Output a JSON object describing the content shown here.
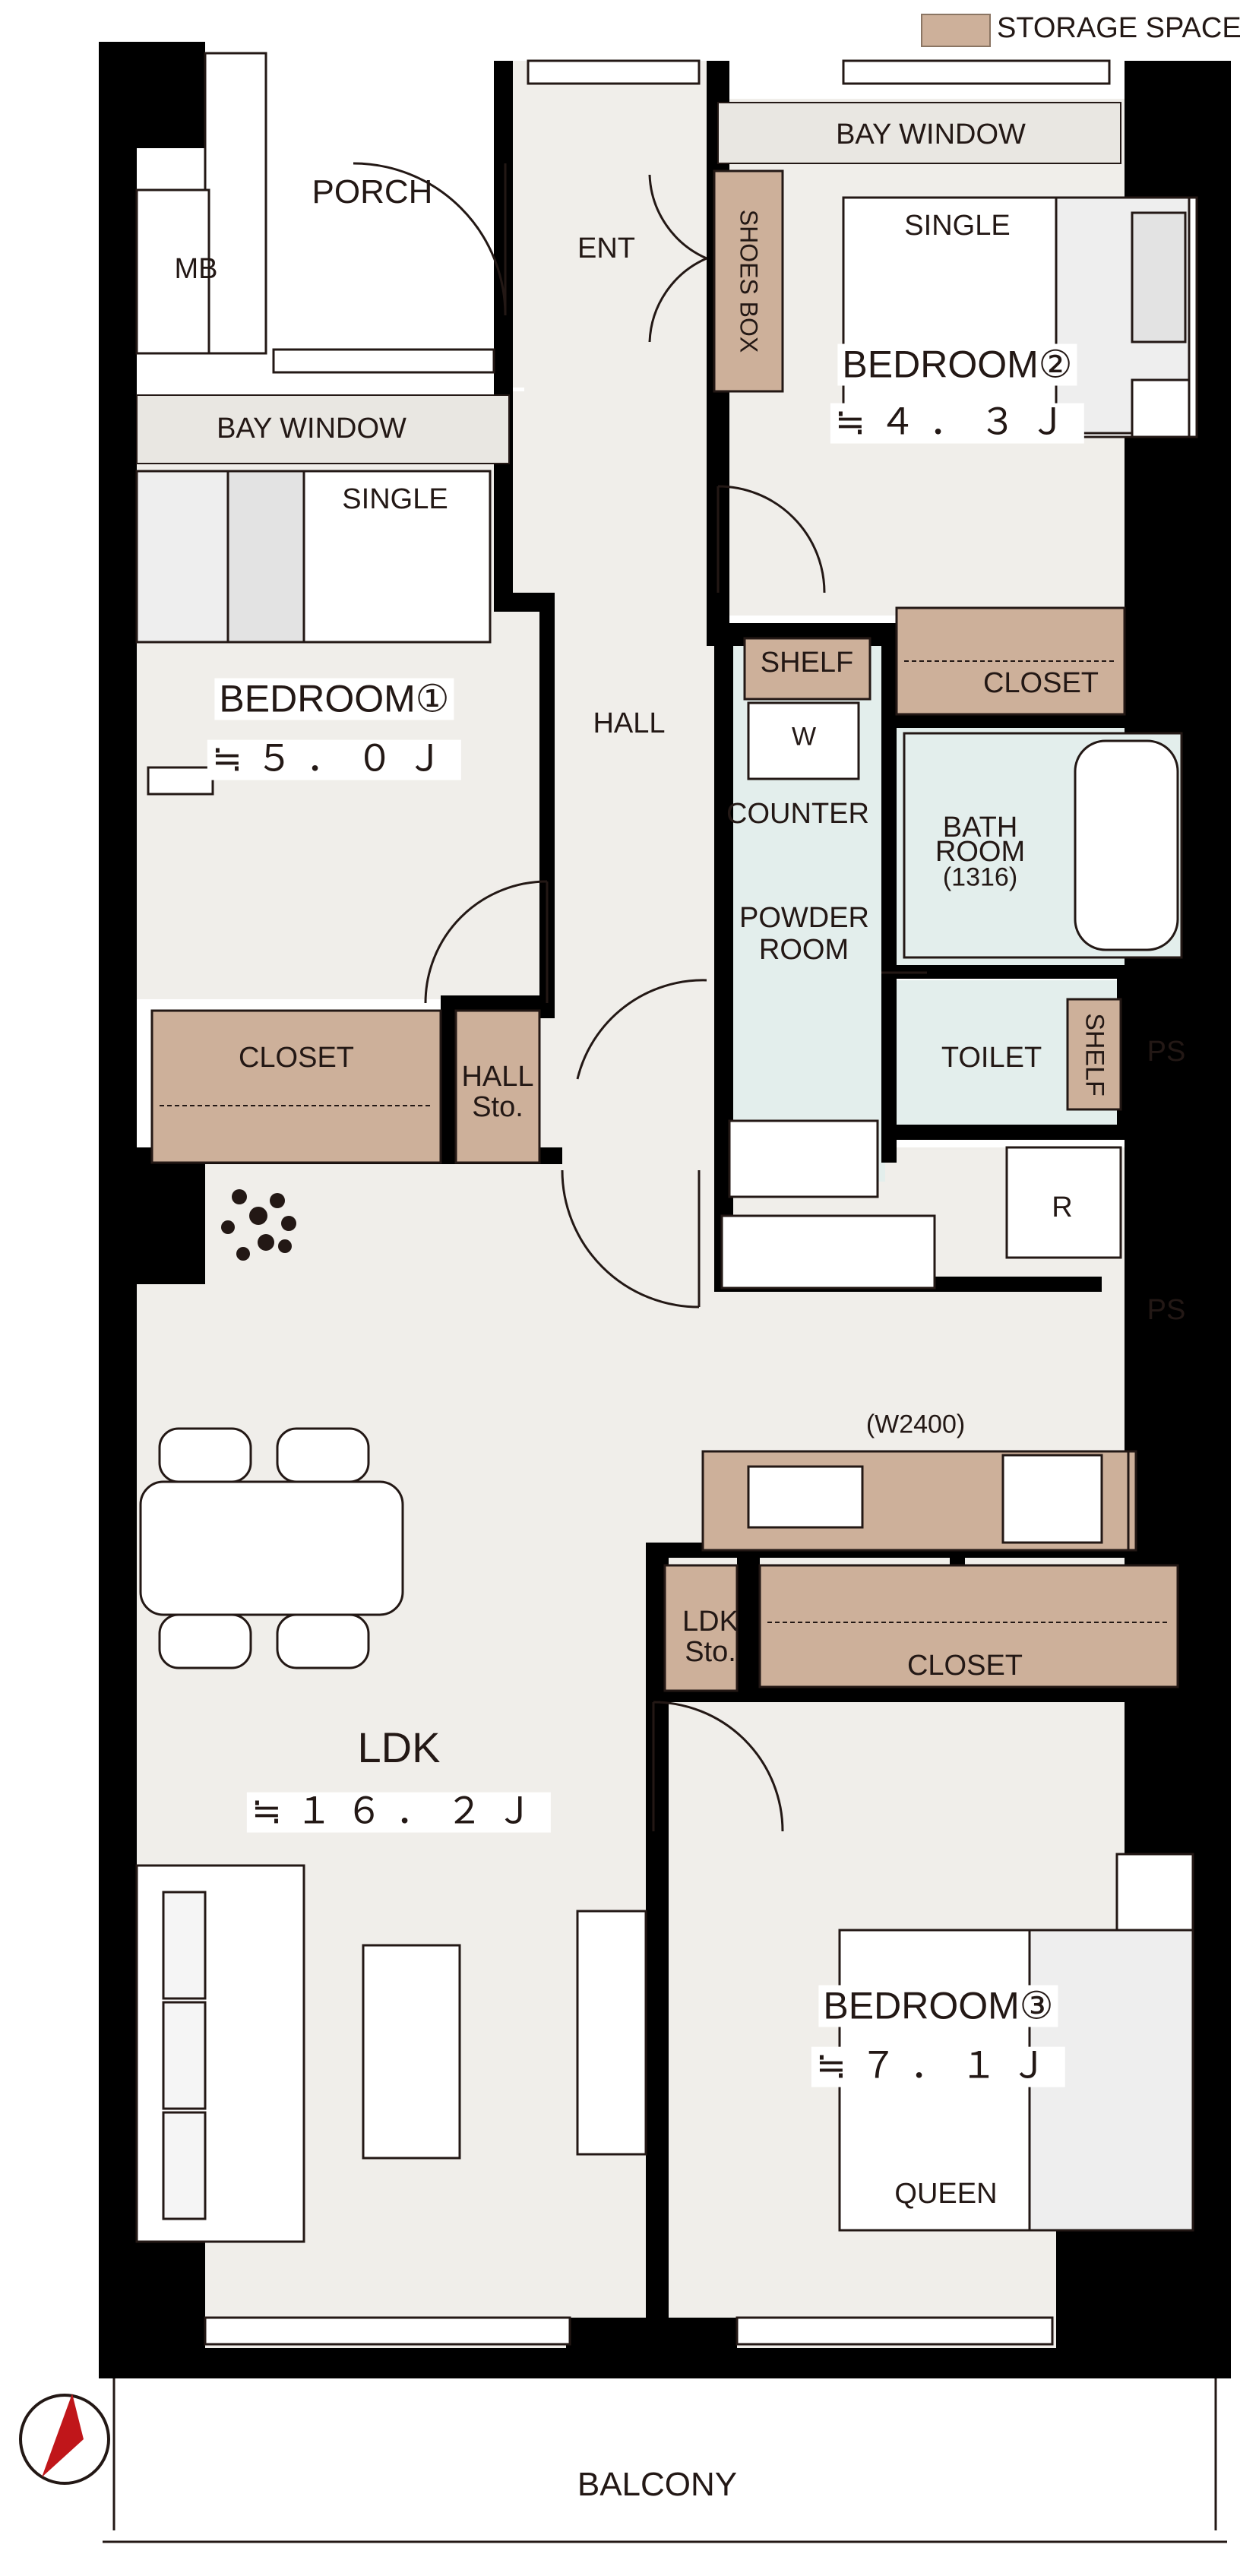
{
  "legend": {
    "label": "STORAGE SPACE",
    "swatch_color": "#cdb09a"
  },
  "colors": {
    "wall": "#000000",
    "floor": "#f0eeea",
    "wet_area": "#e3eeec",
    "storage": "#cdb09a",
    "outline": "#231815"
  },
  "rooms": {
    "mb": "MB",
    "porch": "PORCH",
    "ent": "ENT",
    "shoes_box": "SHOES BOX",
    "bay_window_1": "BAY WINDOW",
    "bay_window_2": "BAY WINDOW",
    "bedroom1": {
      "name": "BEDROOM①",
      "area": "≒５．０Ｊ",
      "bed": "SINGLE"
    },
    "bedroom2": {
      "name": "BEDROOM②",
      "area": "≒４．３Ｊ",
      "bed": "SINGLE"
    },
    "bedroom3": {
      "name": "BEDROOM③",
      "area": "≒７．１Ｊ",
      "bed": "QUEEN"
    },
    "hall": "HALL",
    "shelf_1": "SHELF",
    "shelf_2": "SHELF",
    "closet_1": "CLOSET",
    "closet_2": "CLOSET",
    "closet_3": "CLOSET",
    "counter": "COUNTER",
    "powder_room": "POWDER ROOM",
    "bath_room": {
      "line1": "BATH",
      "line2": "ROOM",
      "size": "(1316)"
    },
    "toilet": "TOILET",
    "ps_1": "PS",
    "ps_2": "PS",
    "hall_sto": {
      "line1": "HALL",
      "line2": "Sto."
    },
    "ldk_sto": {
      "line1": "LDK",
      "line2": "Sto."
    },
    "kitchen_width": "(W2400)",
    "ldk": {
      "name": "LDK",
      "area": "≒１６．２Ｊ"
    },
    "balcony": "BALCONY"
  },
  "symbols": {
    "washer": "W",
    "fridge": "R"
  }
}
